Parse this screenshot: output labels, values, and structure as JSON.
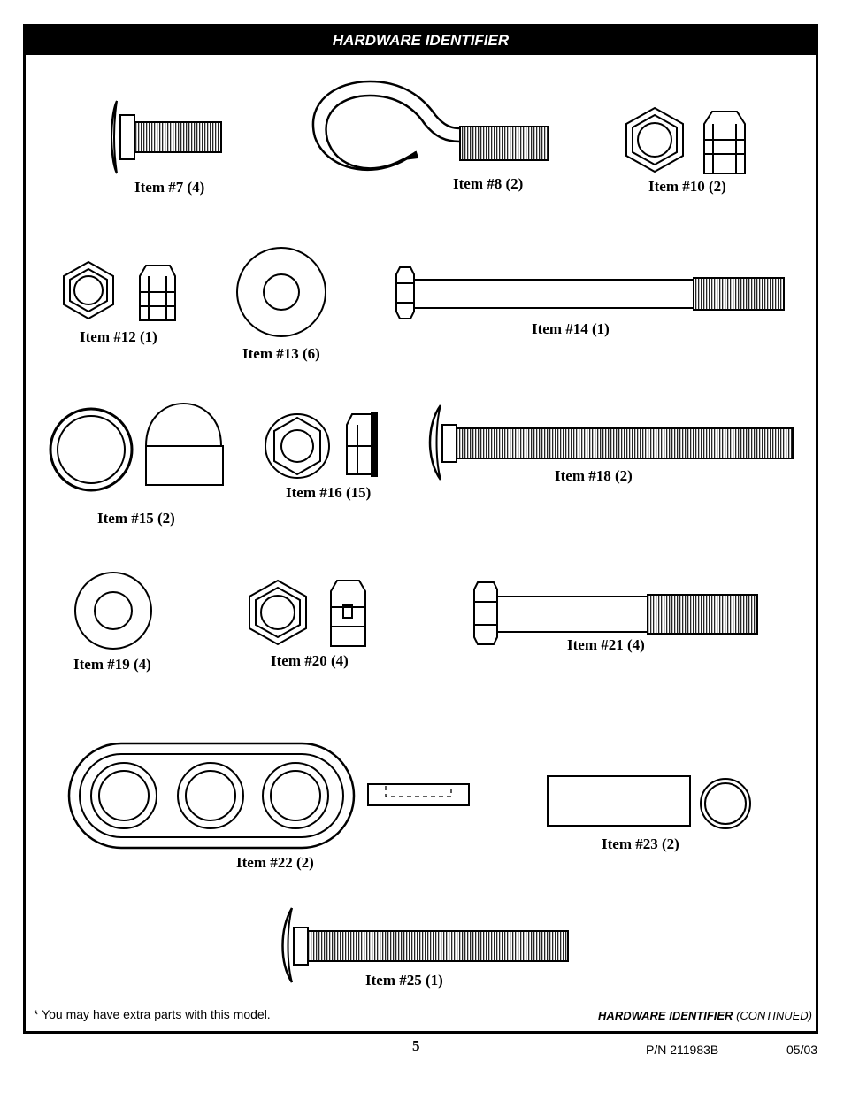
{
  "header": {
    "title": "HARDWARE IDENTIFIER"
  },
  "items": [
    {
      "id": "7",
      "label": "Item #7 (4)"
    },
    {
      "id": "8",
      "label": "Item #8 (2)"
    },
    {
      "id": "10",
      "label": "Item #10 (2)"
    },
    {
      "id": "12",
      "label": "Item #12 (1)"
    },
    {
      "id": "13",
      "label": "Item #13 (6)"
    },
    {
      "id": "14",
      "label": "Item #14 (1)"
    },
    {
      "id": "15",
      "label": "Item #15 (2)"
    },
    {
      "id": "16",
      "label": "Item #16 (15)"
    },
    {
      "id": "18",
      "label": "Item #18 (2)"
    },
    {
      "id": "19",
      "label": "Item #19 (4)"
    },
    {
      "id": "20",
      "label": "Item #20 (4)"
    },
    {
      "id": "21",
      "label": "Item #21 (4)"
    },
    {
      "id": "22",
      "label": "Item #22 (2)"
    },
    {
      "id": "23",
      "label": "Item #23 (2)"
    },
    {
      "id": "25",
      "label": "Item #25 (1)"
    }
  ],
  "footer": {
    "note": "* You may have extra parts with this model.",
    "continued_title": "HARDWARE IDENTIFIER",
    "continued_suffix": "(CONTINUED)",
    "page_number": "5",
    "part_number": "P/N 211983B",
    "date": "05/03"
  }
}
